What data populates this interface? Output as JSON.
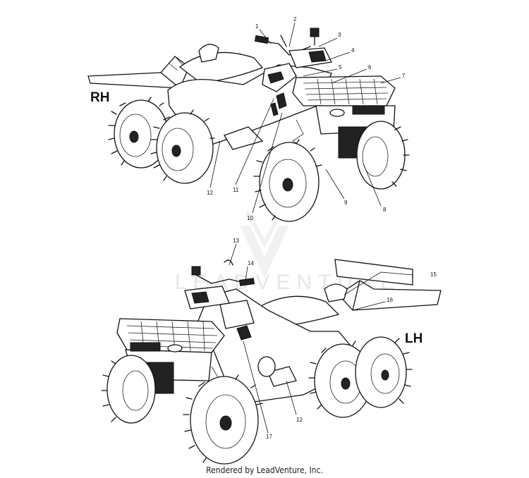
{
  "labels": {
    "right_side": "RH",
    "left_side": "LH"
  },
  "footer": "Rendered by LeadVenture, Inc.",
  "watermark": "LEADVENTURE",
  "callouts": [
    "1",
    "2",
    "3",
    "4",
    "5",
    "6",
    "7",
    "8",
    "9",
    "10",
    "11",
    "12",
    "13",
    "14",
    "15",
    "16",
    "17",
    "12"
  ]
}
